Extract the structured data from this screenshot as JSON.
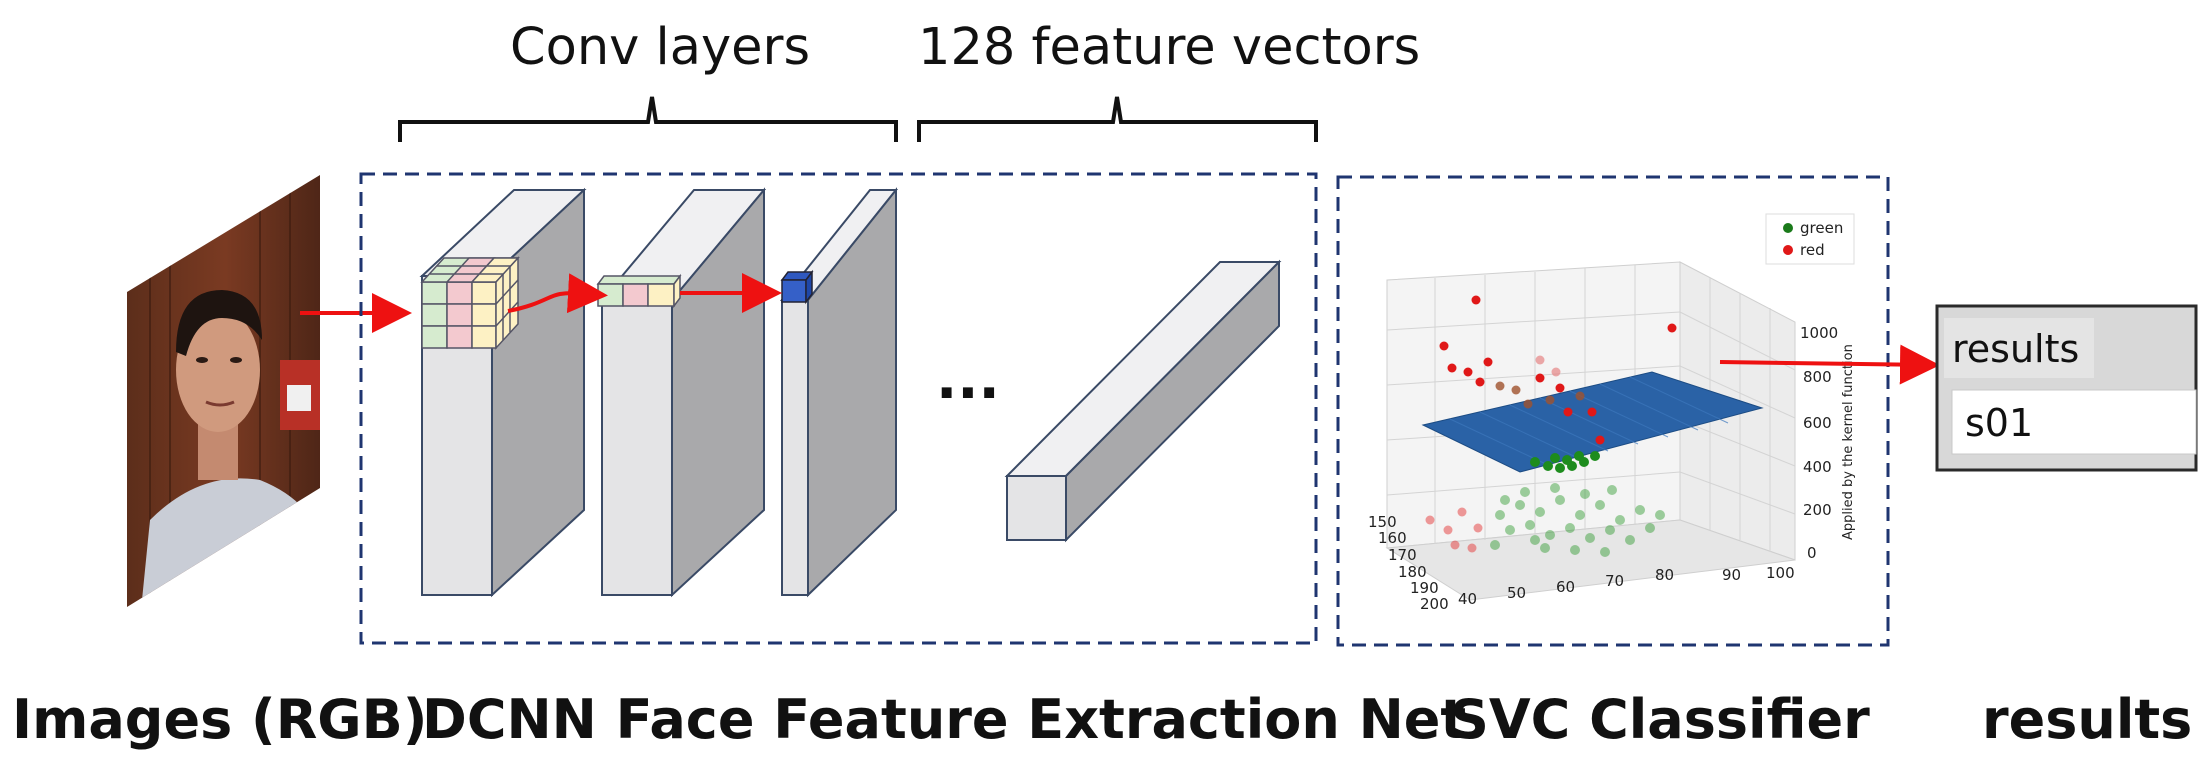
{
  "labels": {
    "conv_layers": "Conv layers",
    "feature_vectors": "128 feature vectors",
    "images": "Images (RGB)",
    "dcnn": "DCNN Face Feature Extraction Net",
    "svc": "SVC Classifier",
    "results_bottom": "results",
    "ellipsis": "..."
  },
  "results_box": {
    "header": "results",
    "value": "s01"
  },
  "scatter_plot": {
    "legend": [
      {
        "label": "green",
        "color": "#1a7a1a"
      },
      {
        "label": "red",
        "color": "#e01818"
      }
    ],
    "z_axis_label": "Applied by the kernel function",
    "z_ticks": [
      "0",
      "200",
      "400",
      "600",
      "800",
      "1000"
    ],
    "x_ticks": [
      "40",
      "50",
      "60",
      "70",
      "80",
      "90",
      "100"
    ],
    "y_ticks": [
      "150",
      "160",
      "170",
      "180",
      "190",
      "200"
    ]
  },
  "colors": {
    "arrow": "#ee1111",
    "dashed_border": "#1f3570",
    "plane": "#2a62a6",
    "block_front": "#e4e4e6",
    "block_side": "#a9a9ab",
    "cell_green": "#d6ebcf",
    "cell_pink": "#f3c9cf",
    "cell_yellow": "#fdf1c4",
    "cell_blue": "#3560c8"
  }
}
